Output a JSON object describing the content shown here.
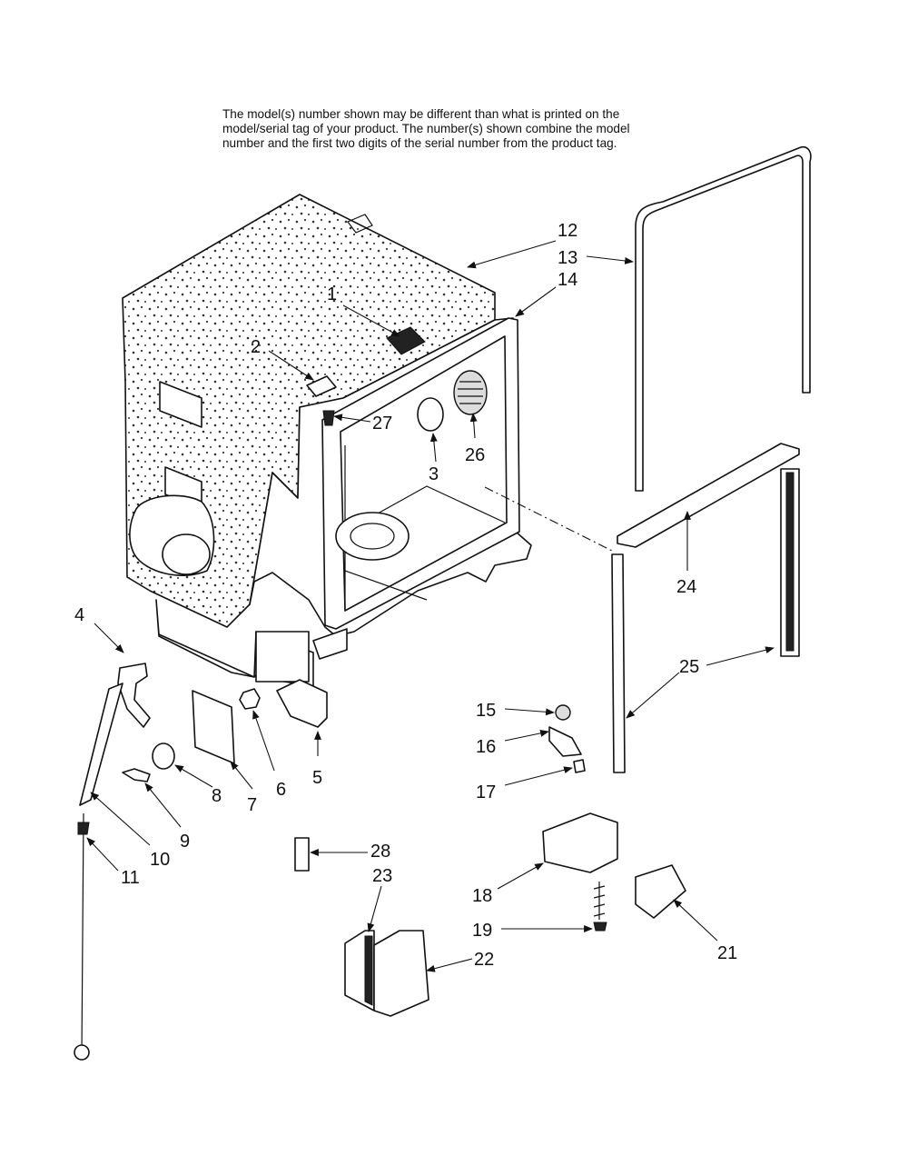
{
  "note": {
    "line1": "The model(s) number shown may be different than what is printed on the",
    "line2": "model/serial tag of your product. The number(s) shown combine the model",
    "line3": "number and the first two digits of the serial number from the product tag."
  },
  "callouts": {
    "c1": "1",
    "c2": "2",
    "c3": "3",
    "c4": "4",
    "c5": "5",
    "c6": "6",
    "c7": "7",
    "c8": "8",
    "c9": "9",
    "c10": "10",
    "c11": "11",
    "c12": "12",
    "c13": "13",
    "c14": "14",
    "c15": "15",
    "c16": "16",
    "c17": "17",
    "c18": "18",
    "c19": "19",
    "c21": "21",
    "c22": "22",
    "c23": "23",
    "c24": "24",
    "c25": "25",
    "c26": "26",
    "c27": "27",
    "c28": "28"
  }
}
